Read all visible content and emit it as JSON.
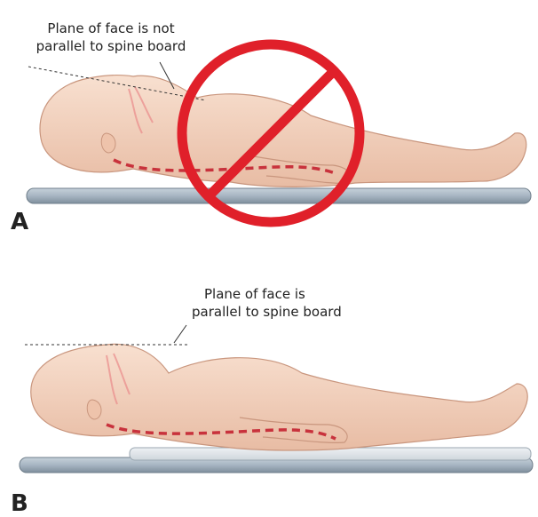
{
  "panel_a": {
    "letter": "A",
    "caption_line1": "Plane of face is not",
    "caption_line2": "parallel to spine board",
    "prohibition_symbol": "no-sign-icon",
    "colors": {
      "prohibition": "#e0202a",
      "spine_line": "#c8323c",
      "board": "#a9b7c3"
    }
  },
  "panel_b": {
    "letter": "B",
    "caption_line1": "Plane of face is",
    "caption_line2": "parallel to spine board",
    "colors": {
      "spine_line": "#c8323c",
      "board": "#a9b7c3",
      "padding": "#e3e8ec"
    }
  },
  "colors": {
    "skin": "#f6d8c6",
    "skin_shadow": "#e7b9a0",
    "outline": "#c9967e"
  }
}
